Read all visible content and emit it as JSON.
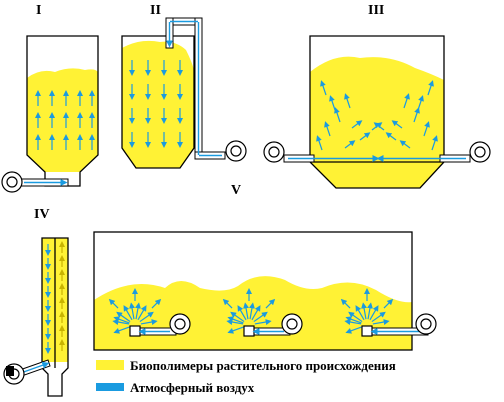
{
  "labels": {
    "I": "I",
    "II": "II",
    "III": "III",
    "IV": "IV",
    "V": "V"
  },
  "legend": {
    "biopolymers": "Биополимеры растительного происхождения",
    "air": "Атмосферный воздух"
  },
  "colors": {
    "biopolymer_fill": "#fff235",
    "air": "#1a9be0"
  }
}
